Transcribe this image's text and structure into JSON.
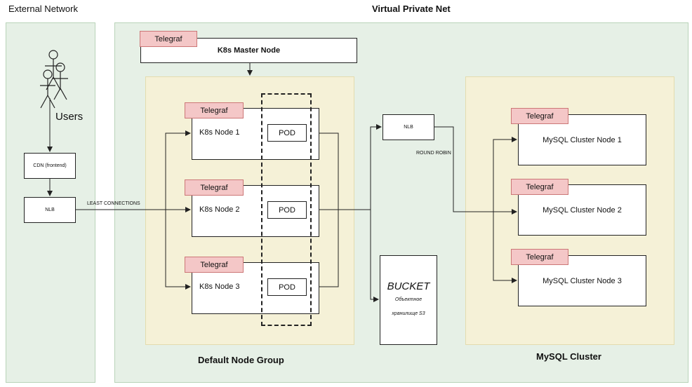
{
  "external_title": "External Network",
  "vpn_title": "Virtual Private Net",
  "users_label": "Users",
  "cdn_label": "CDN (frontend)",
  "nlb_external_label": "NLB",
  "least_connections_label": "LEAST CONNECTIONS",
  "telegraf_label": "Telegraf",
  "master_node_label": "K8s Master Node",
  "k8s_nodes": [
    "K8s Node 1",
    "K8s Node 2",
    "K8s Node 3"
  ],
  "pod_label": "POD",
  "default_group_label": "Default Node Group",
  "nlb_internal_label": "NLB",
  "round_robin_label": "ROUND ROBIN",
  "bucket_title": "BUCKET",
  "bucket_subtitle_1": "Объектное",
  "bucket_subtitle_2": "хранилище S3",
  "mysql_nodes": [
    "MySQL Cluster Node 1",
    "MySQL Cluster Node 2",
    "MySQL Cluster Node 3"
  ],
  "mysql_cluster_label": "MySQL Cluster",
  "colors": {
    "zone_green": "#e6f0e6",
    "zone_yellow": "#f5f1d7",
    "telegraf_pink": "#f4c7c7",
    "line": "#222222"
  }
}
